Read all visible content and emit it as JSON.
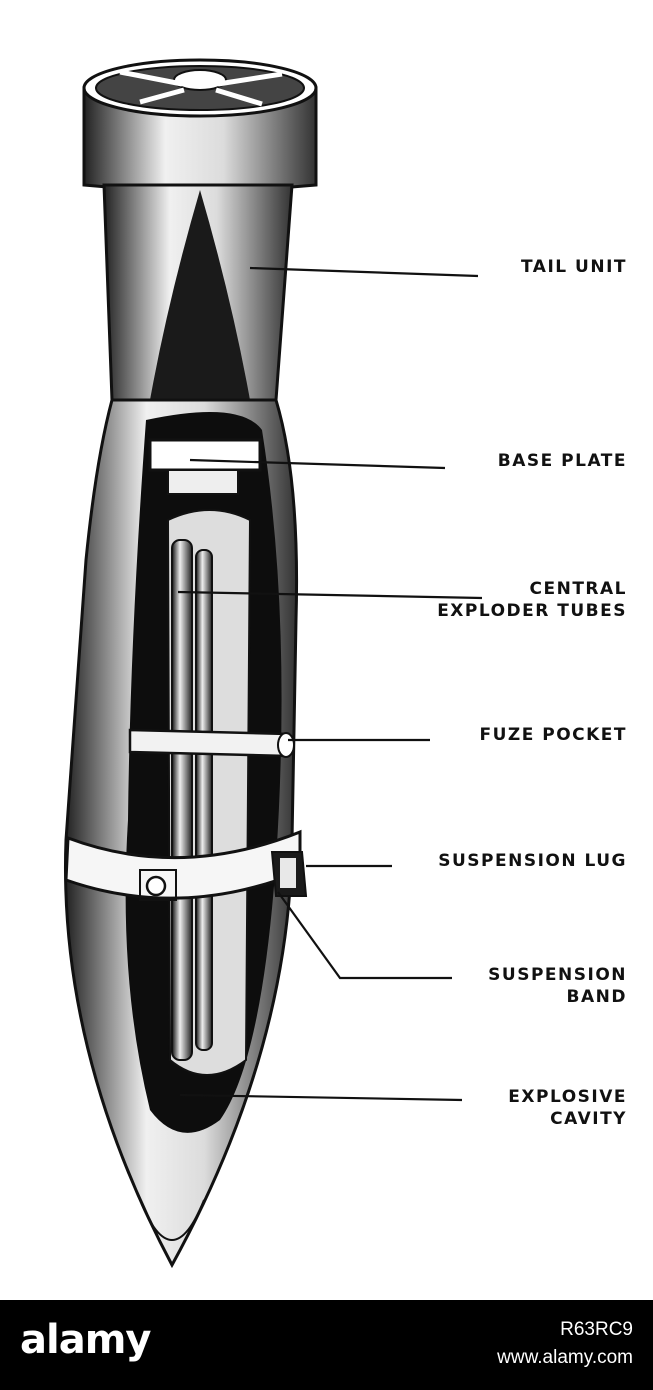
{
  "labels": {
    "tail_unit": "TAIL UNIT",
    "base_plate": "BASE PLATE",
    "central_exploder_tubes": [
      "CENTRAL",
      "EXPLODER TUBES"
    ],
    "fuze_pocket": "FUZE POCKET",
    "suspension_lug": "SUSPENSION LUG",
    "suspension_band": [
      "SUSPENSION",
      "BAND"
    ],
    "explosive_cavity": [
      "EXPLOSIVE",
      "CAVITY"
    ]
  },
  "footer": {
    "brand": "alamy",
    "image_id": "R63RC9",
    "url": "www.alamy.com"
  },
  "colors": {
    "ink": "#111111",
    "paper": "#ffffff",
    "footer_bg": "#000000",
    "footer_text": "#ffffff"
  }
}
